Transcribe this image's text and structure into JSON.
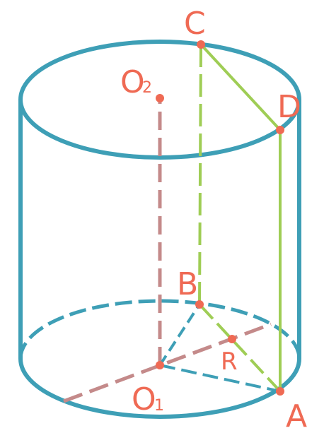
{
  "colors": {
    "cylinder": "#3e9fb6",
    "green": "#9fcd55",
    "axis": "#c48a8a",
    "point": "#ef6a54",
    "label": "#ef6a54"
  },
  "labels": {
    "C": "C",
    "D": "D",
    "O2_main": "O",
    "O2_sub": "2",
    "B": "B",
    "R": "R",
    "A": "A",
    "O1_main": "O",
    "O1_sub": "1"
  }
}
